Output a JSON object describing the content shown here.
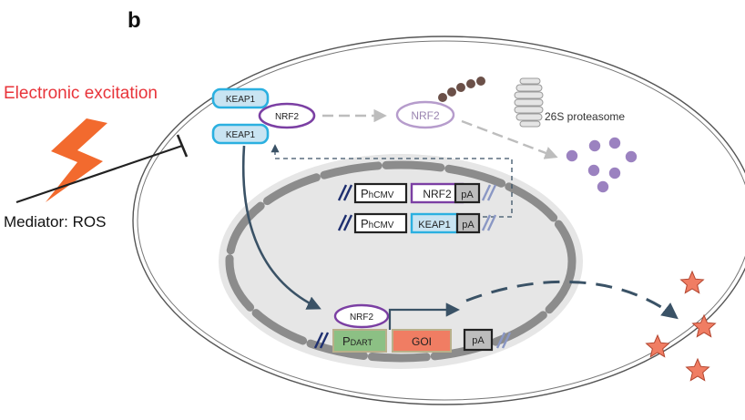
{
  "panel_label": "b",
  "stimulus": {
    "label": "Electronic excitation",
    "color": "#e8343a",
    "bolt_color": "#f26a2e"
  },
  "mediator": {
    "label": "Mediator: ROS"
  },
  "cytoplasm": {
    "keap1_top": "KEAP1",
    "keap1_bottom": "KEAP1",
    "nrf2_bound": "NRF2",
    "nrf2_free": "NRF2",
    "proteasome": "26S proteasome",
    "ubiquitin_count": 5,
    "fragment_count": 7
  },
  "nucleus": {
    "construct1": {
      "promoter_main": "P",
      "promoter_sub": "hCMV",
      "gene": "NRF2",
      "polyA": "pA"
    },
    "construct2": {
      "promoter_main": "P",
      "promoter_sub": "hCMV",
      "gene": "KEAP1",
      "polyA": "pA"
    },
    "reporter": {
      "tf": "NRF2",
      "promoter_main": "P",
      "promoter_sub": "DART",
      "gene": "GOI",
      "polyA": "pA"
    }
  },
  "output": {
    "star_count": 4,
    "star_color": "#f07d63"
  },
  "colors": {
    "keap1": "#2bb0e0",
    "keap1_fill": "#c9e4f2",
    "nrf2": "#7b3fa3",
    "nrf2_faded": "#b69ccc",
    "arrow": "#3a5266",
    "faded_arrow": "#bdbdbd",
    "promoter": "#8cc084",
    "goi": "#f07d63"
  }
}
